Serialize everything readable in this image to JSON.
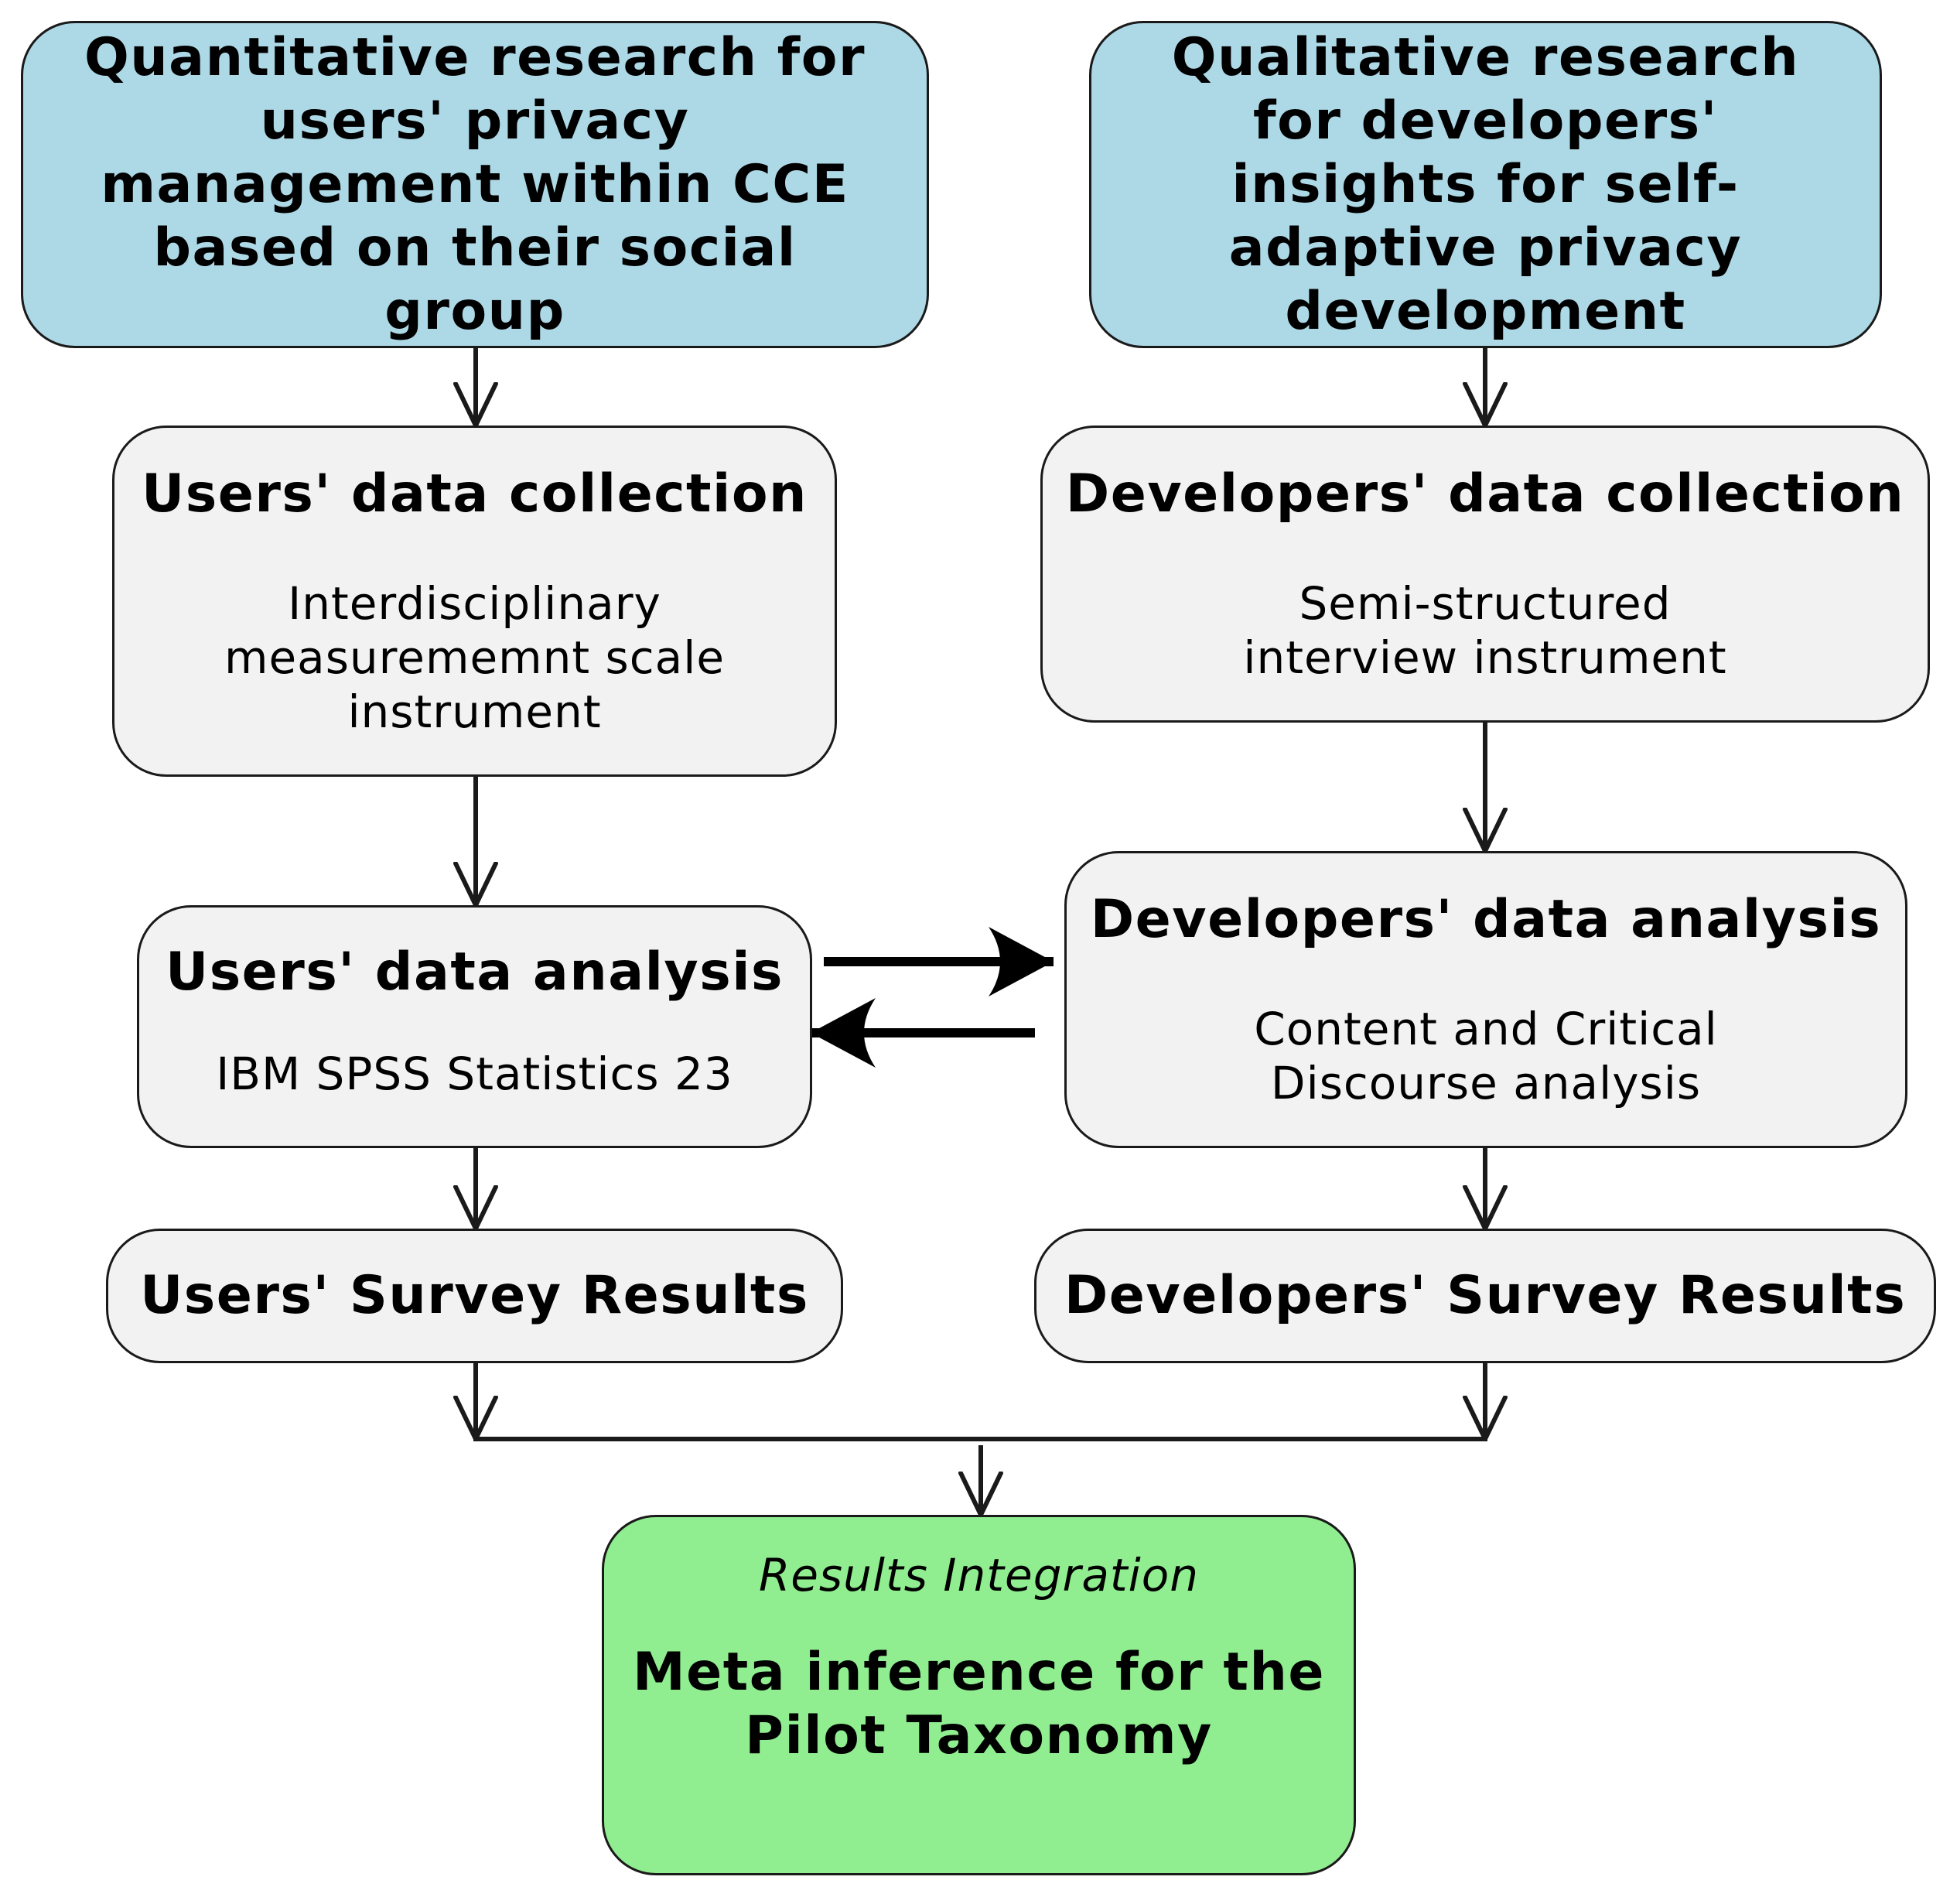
{
  "quantitative_research": {
    "title": "Quantitative research for users' privacy management within CCE based on their social group"
  },
  "qualitative_research": {
    "title": "Qualitative research for developers' insights for self-adaptive privacy development"
  },
  "users_data_collection": {
    "title": "Users' data collection",
    "subtitle": "Interdisciplinary\nmeasurememnt scale\ninstrument"
  },
  "developers_data_collection": {
    "title": "Developers' data collection",
    "subtitle": "Semi-structured\ninterview instrument"
  },
  "users_data_analysis": {
    "title": "Users' data analysis",
    "subtitle": "IBM SPSS Statistics 23"
  },
  "developers_data_analysis": {
    "title": "Developers' data analysis",
    "subtitle": "Content and Critical\nDiscourse analysis"
  },
  "users_survey_results": {
    "title": "Users' Survey Results"
  },
  "developers_survey_results": {
    "title": "Developers' Survey Results"
  },
  "results_integration": {
    "label": "Results Integration",
    "title": "Meta inference for the Pilot Taxonomy"
  },
  "colors": {
    "research_fill": "#add8e6",
    "step_fill": "#f2f2f2",
    "final_fill": "#90ee90",
    "stroke": "#1a1a1a"
  }
}
